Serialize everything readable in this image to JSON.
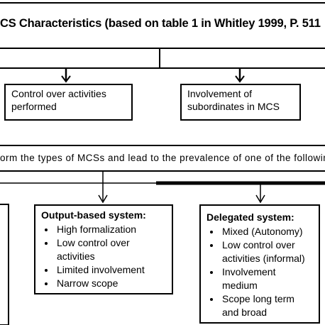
{
  "title": "CS Characteristics (based on table 1 in Whitley 1999, P. 511",
  "characteristics": {
    "control": "Control over activities performed",
    "involvement": "Involvement of subordinates in MCS"
  },
  "band_text": "orm the types of MCSs and lead to the prevalence of one of the followin",
  "systems": {
    "output_based": {
      "title": "Output-based system:",
      "items": [
        "High formalization",
        "Low control over activities",
        "Limited involvement",
        "Narrow scope"
      ]
    },
    "delegated": {
      "title": "Delegated system:",
      "items": [
        "Mixed (Autonomy)",
        "Low control over activities (informal)",
        "Involvement medium",
        "Scope long term and broad"
      ]
    }
  }
}
